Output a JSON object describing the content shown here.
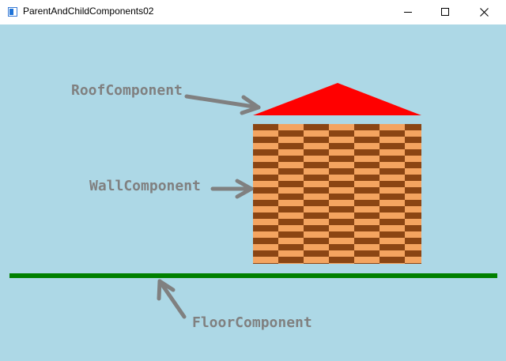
{
  "window": {
    "title": "ParentAndChildComponents02"
  },
  "labels": {
    "roof": "RoofComponent",
    "wall": "WallComponent",
    "floor": "FloorComponent"
  },
  "colors": {
    "background": "#add8e6",
    "roof": "#ff0000",
    "brick_light": "#f4a460",
    "brick_dark": "#8b4513",
    "floor": "#008000",
    "arrow": "#808080"
  },
  "icons": {
    "app": "window-app-icon",
    "minimize": "minimize-icon",
    "maximize": "maximize-icon",
    "close": "close-icon"
  }
}
